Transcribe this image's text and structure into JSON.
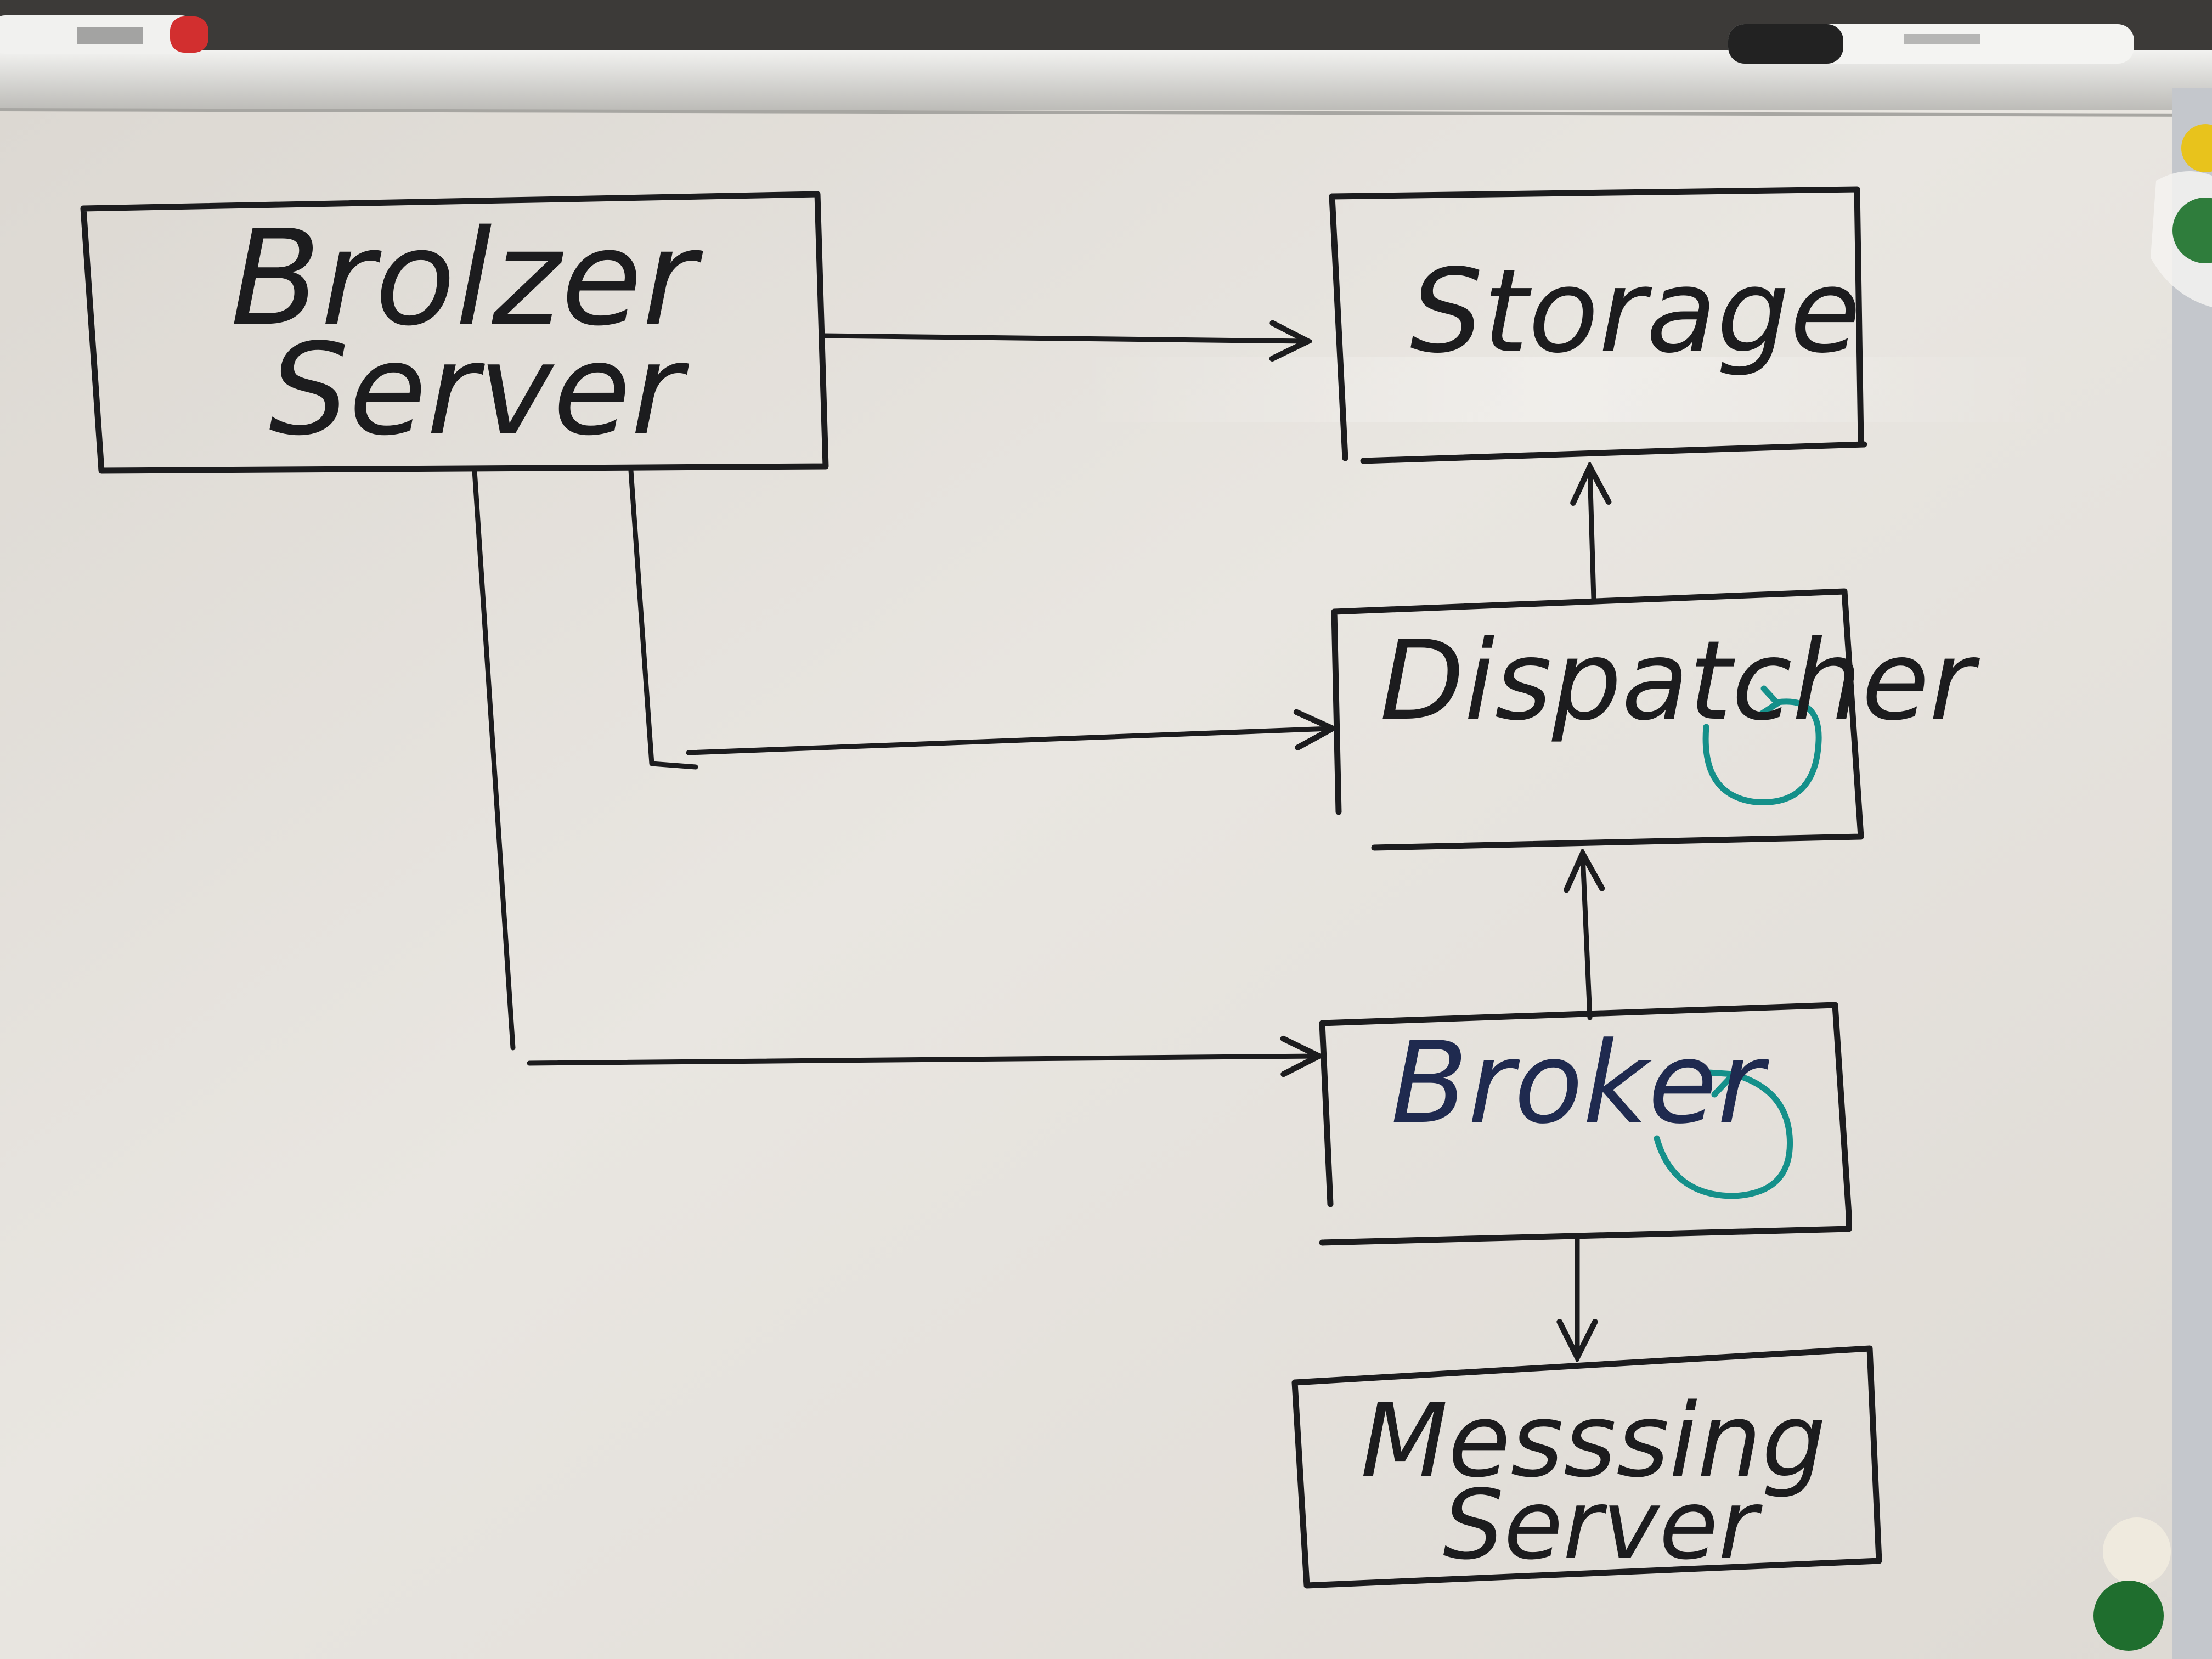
{
  "diagram": {
    "nodes": {
      "broker_server": {
        "line1": "Brolzer",
        "line2": "Server"
      },
      "storage": {
        "label": "Storage"
      },
      "dispatcher": {
        "label": "Dispatcher"
      },
      "broker": {
        "label": "Broker"
      },
      "messaging_server": {
        "line1": "Messsing",
        "line2": "Server"
      }
    },
    "edges": [
      {
        "from": "broker_server",
        "to": "storage"
      },
      {
        "from": "broker_server",
        "to": "dispatcher"
      },
      {
        "from": "broker_server",
        "to": "broker"
      },
      {
        "from": "dispatcher",
        "to": "storage"
      },
      {
        "from": "broker",
        "to": "dispatcher"
      },
      {
        "from": "broker",
        "to": "messaging_server"
      }
    ],
    "loop_markers": [
      "dispatcher",
      "broker"
    ]
  },
  "colors": {
    "ink": "#1c1c1e",
    "ink_navy": "#1f2a4f",
    "loop_teal": "#15908a",
    "board": "#e6e2dc"
  }
}
